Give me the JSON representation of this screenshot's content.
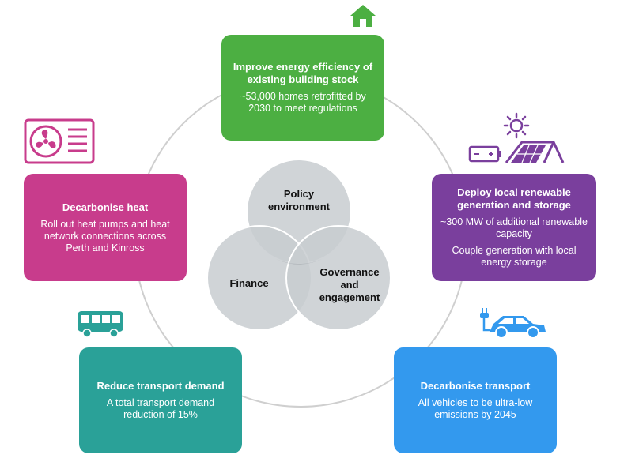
{
  "boxes": {
    "efficiency": {
      "title": "Improve energy efficiency of existing building stock",
      "body": "~53,000 homes retrofitted by 2030 to meet regulations",
      "color": "#4caf42"
    },
    "heat": {
      "title": "Decarbonise heat",
      "body": "Roll out heat pumps and heat network connections across Perth and Kinross",
      "color": "#c83c8c"
    },
    "renewable": {
      "title": "Deploy local renewable generation and storage",
      "body": "~300 MW of additional renewable capacity",
      "body2": "Couple generation with local energy storage",
      "color": "#7a3f9d"
    },
    "transport_demand": {
      "title": "Reduce transport demand",
      "body": "A total transport demand reduction of 15%",
      "color": "#2aa198"
    },
    "transport": {
      "title": "Decarbonise transport",
      "body": "All vehicles to be ultra-low emissions by 2045",
      "color": "#3399ee"
    }
  },
  "venn": {
    "policy": "Policy environment",
    "finance": "Finance",
    "governance": "Governance and engagement"
  },
  "icons": [
    "house-icon",
    "heat-pump-icon",
    "sun-icon",
    "battery-icon",
    "solar-roof-icon",
    "bus-icon",
    "electric-car-icon"
  ]
}
